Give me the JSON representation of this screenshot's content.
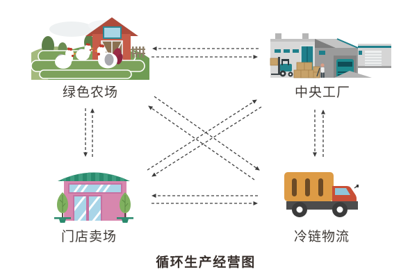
{
  "title": "循环生产经营图",
  "diagram": {
    "nodes": [
      {
        "id": "farm",
        "label": "绿色农场",
        "position": "top-left",
        "icon": "farm-barn-chickens-icon"
      },
      {
        "id": "factory",
        "label": "中央工厂",
        "position": "top-right",
        "icon": "warehouse-loading-dock-icon"
      },
      {
        "id": "store",
        "label": "门店卖场",
        "position": "bottom-left",
        "icon": "storefront-awning-icon"
      },
      {
        "id": "logistics",
        "label": "冷链物流",
        "position": "bottom-right",
        "icon": "delivery-truck-icon"
      }
    ],
    "connections": [
      {
        "from": "farm",
        "to": "factory",
        "style": "dashed",
        "bidirectional": true
      },
      {
        "from": "farm",
        "to": "store",
        "style": "dashed",
        "bidirectional": true
      },
      {
        "from": "factory",
        "to": "logistics",
        "style": "dashed",
        "bidirectional": true
      },
      {
        "from": "store",
        "to": "logistics",
        "style": "dashed",
        "bidirectional": true
      },
      {
        "from": "farm",
        "to": "logistics",
        "style": "dashed",
        "bidirectional": true
      },
      {
        "from": "store",
        "to": "factory",
        "style": "dashed",
        "bidirectional": true
      }
    ]
  },
  "colors": {
    "background": "#ffffff",
    "arrow": "#3d3d3d",
    "label_text": "#3f3a36",
    "title_text": "#372f2b",
    "barn_red": "#c65c49",
    "grass_green": "#7da25c",
    "hill_green": "#6f9c54",
    "factory_teal": "#1f7f8b",
    "factory_gray": "#d8d8d8",
    "store_pink": "#d787ae",
    "awning_teal": "#2a8a6d",
    "glass_blue": "#a9d5e8",
    "truck_orange": "#dd9b45",
    "truck_cab_red": "#c84f36"
  }
}
